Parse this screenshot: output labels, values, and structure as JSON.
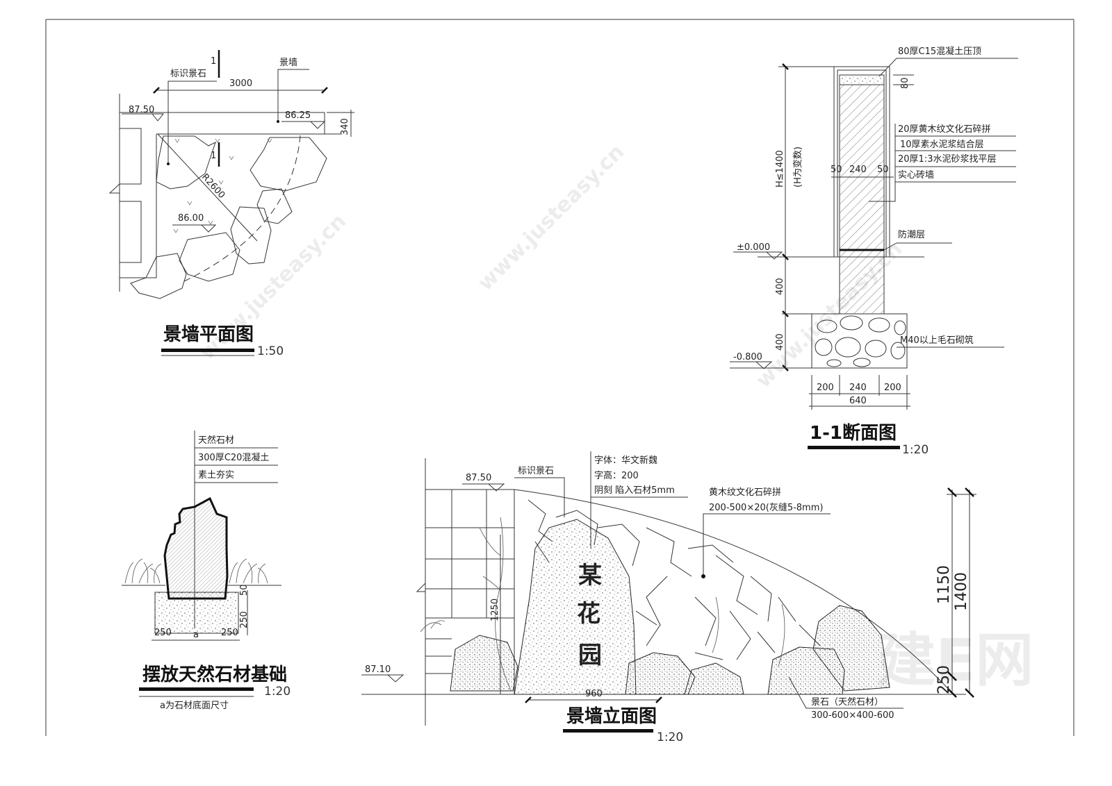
{
  "watermark": {
    "brand": "建E网",
    "url": "www.justeasy.cn"
  },
  "plan": {
    "title": "景墙平面图",
    "scale": "1:50",
    "section_mark": "1",
    "section_mark_bottom": "1",
    "label_sign_stone": "标识景石",
    "label_wall": "景墙",
    "dim_length": "3000",
    "dim_thickness": "340",
    "elev_left": "87.50",
    "elev_wall": "86.25",
    "elev_ground": "86.00",
    "radius": "R2600"
  },
  "section": {
    "title": "1-1断面图",
    "scale": "1:20",
    "cap_label": "80厚C15混凝土压顶",
    "cap_dim": "80",
    "layers": [
      "20厚黄木纹文化石碎拼",
      "10厚素水泥浆结合层",
      "20厚1:3水泥砂浆找平层",
      "实心砖墙"
    ],
    "damp_label": "防潮层",
    "footing_label": "M40以上毛石砌筑",
    "height_dim": "H≤1400",
    "height_note": "(H为变数)",
    "dim_400_a": "400",
    "dim_400_b": "400",
    "elev_zero": "±0.000",
    "elev_bottom": "-0.800",
    "wall_dims": [
      "50",
      "240",
      "50"
    ],
    "footing_dims": [
      "200",
      "240",
      "200"
    ],
    "footing_total": "640"
  },
  "foundation": {
    "title": "摆放天然石材基础",
    "scale": "1:20",
    "note": "a为石材底面尺寸",
    "layers": [
      "天然石材",
      "300厚C20混凝土",
      "素土夯实"
    ],
    "dims_bottom": [
      "250",
      "a",
      "250"
    ],
    "dims_side": [
      "250",
      "50"
    ]
  },
  "elevation": {
    "title": "景墙立面图",
    "scale": "1:20",
    "elev_top": "87.50",
    "elev_ground": "87.10",
    "label_sign_stone": "标识景石",
    "font_notes": [
      "字体：华文新魏",
      "字高：200",
      "阴刻 陷入石材5mm"
    ],
    "stone_text": [
      "某",
      "花",
      "园"
    ],
    "paving_label": "黄木纹文化石碎拼",
    "paving_spec": "200-500×20(灰缝5-8mm)",
    "stone_label": "景石（天然石材）",
    "stone_spec": "300-600×400-600",
    "dim_width": "960",
    "dim_plant": "1250",
    "dim_heights": [
      "1150",
      "1400",
      "250"
    ]
  }
}
